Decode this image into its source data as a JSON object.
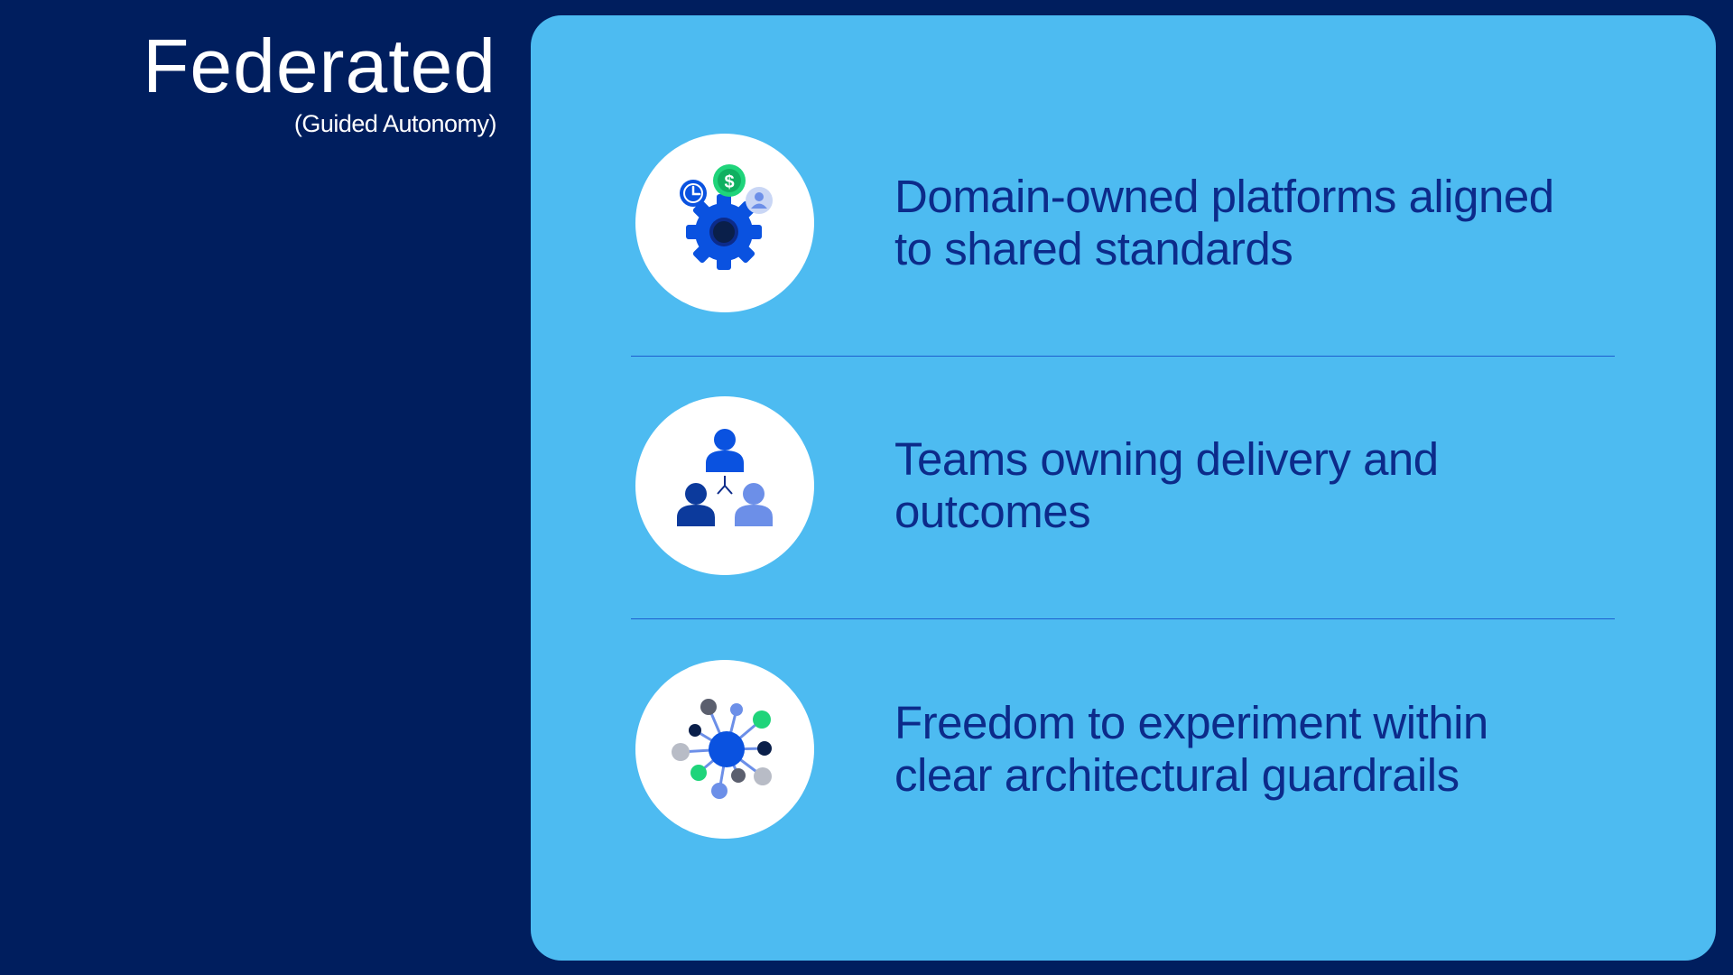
{
  "slide": {
    "title": "Federated",
    "subtitle": "(Guided Autonomy)"
  },
  "items": [
    {
      "text": "Domain-owned platforms aligned to shared standards",
      "icon": "gear-platform-icon"
    },
    {
      "text": "Teams owning delivery and outcomes",
      "icon": "team-hierarchy-icon"
    },
    {
      "text": "Freedom to experiment within clear architectural guardrails",
      "icon": "network-hub-icon"
    }
  ],
  "colors": {
    "background": "#001e5e",
    "panel": "#4dbbf1",
    "text": "#0c2b8a",
    "accent_blue": "#0a52e0",
    "accent_green": "#1fd47a"
  }
}
